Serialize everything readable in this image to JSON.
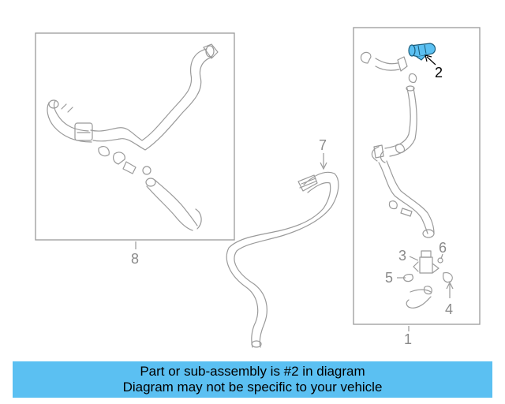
{
  "callouts": {
    "c1": "1",
    "c2": "2",
    "c3": "3",
    "c4": "4",
    "c5": "5",
    "c6": "6",
    "c7": "7",
    "c8": "8"
  },
  "highlight_color": "#5bc0f2",
  "info": {
    "line1": "Part or sub-assembly is #2 in diagram",
    "line2": "Diagram may not be specific to your vehicle"
  }
}
